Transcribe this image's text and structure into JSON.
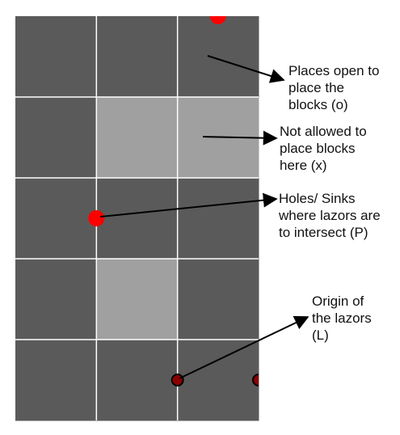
{
  "grid": {
    "cells": [
      [
        "o",
        "o",
        "o"
      ],
      [
        "o",
        "x",
        "x"
      ],
      [
        "o",
        "o",
        "o"
      ],
      [
        "o",
        "x",
        "o"
      ],
      [
        "o",
        "o",
        "o"
      ]
    ],
    "colors": {
      "o": "#5a5a5a",
      "x": "#a0a0a0",
      "grid_line": "#ffffff",
      "hole": "#ff0000",
      "lazor_fill": "#8b0000",
      "lazor_ring": "#000000",
      "arrow": "#000000"
    }
  },
  "markers": {
    "holes": [
      {
        "col": 2.5,
        "row": 0
      },
      {
        "col": 1,
        "row": 2.5
      }
    ],
    "lazors": [
      {
        "col": 2,
        "row": 4.5
      },
      {
        "col": 3,
        "row": 4.5
      }
    ]
  },
  "annotations": {
    "open": "Places open to\nplace the\nblocks (o)",
    "not_allowed": "Not allowed to\nplace blocks\nhere (x)",
    "hole": "Holes/ Sinks\nwhere lazors are\nto intersect (P)",
    "origin": "Origin of\nthe lazors\n(L)"
  }
}
